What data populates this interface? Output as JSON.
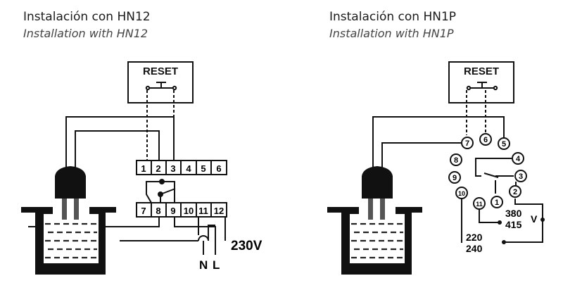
{
  "left": {
    "title": "Instalación con HN12",
    "subtitle": "Installation with HN12",
    "reset_label": "RESET",
    "top_terminals": [
      "1",
      "2",
      "3",
      "4",
      "5",
      "6"
    ],
    "bottom_terminals": [
      "7",
      "8",
      "9",
      "10",
      "11",
      "12"
    ],
    "voltage_label": "230V",
    "neutral_label": "N",
    "line_label": "L"
  },
  "right": {
    "title": "Instalación con HN1P",
    "subtitle": "Installation with HN1P",
    "reset_label": "RESET",
    "pins": [
      "1",
      "2",
      "3",
      "4",
      "5",
      "6",
      "7",
      "8",
      "9",
      "10",
      "11"
    ],
    "voltage_220": "220",
    "voltage_240": "240",
    "voltage_380": "380",
    "voltage_415": "415",
    "v_label": "V"
  },
  "colors": {
    "line": "#111111",
    "probe": "#111111",
    "liquid_dash": "#222222"
  }
}
